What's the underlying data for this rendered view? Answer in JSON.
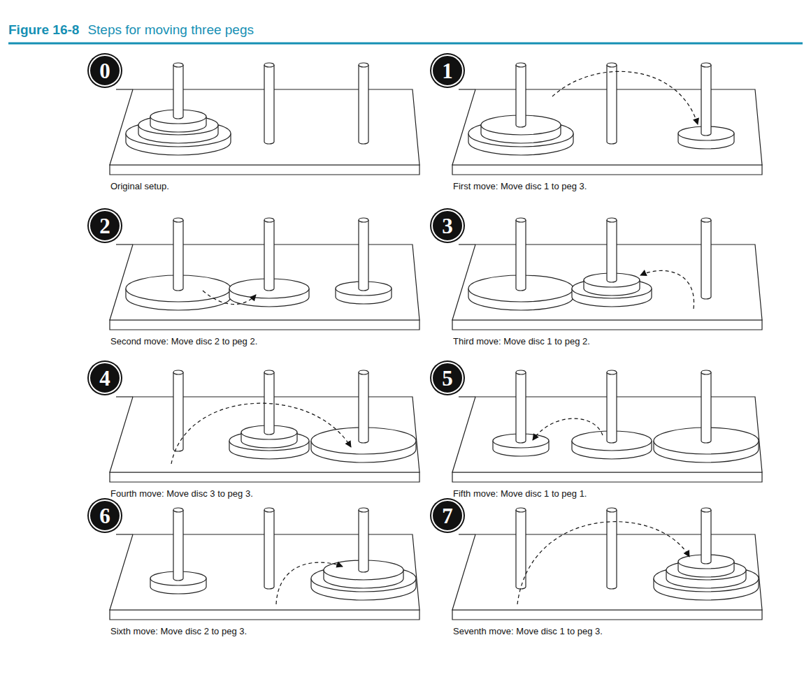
{
  "diagram": {
    "title": "Steps for moving three pegs",
    "nodes": [
      {
        "text": [
          "0"
        ]
      },
      {
        "text": [
          "1"
        ]
      },
      {
        "text": [
          "2"
        ]
      },
      {
        "text": [
          "3"
        ]
      },
      {
        "text": [
          "4"
        ]
      },
      {
        "text": [
          "5"
        ]
      },
      {
        "text": [
          "6"
        ]
      },
      {
        "text": [
          "7"
        ]
      }
    ],
    "labels": [
      "Figure 16-8",
      "Original setup.",
      "First move: Move disc 1 to peg 3.",
      "Second move: Move disc 2 to peg 2.",
      "Third move: Move disc 1 to peg 2.",
      "Fourth move: Move disc 3 to peg 3.",
      "Fifth move: Move disc 1 to peg 1.",
      "Sixth move: Move disc 2 to peg 3.",
      "Seventh move: Move disc 1 to peg 3."
    ]
  }
}
